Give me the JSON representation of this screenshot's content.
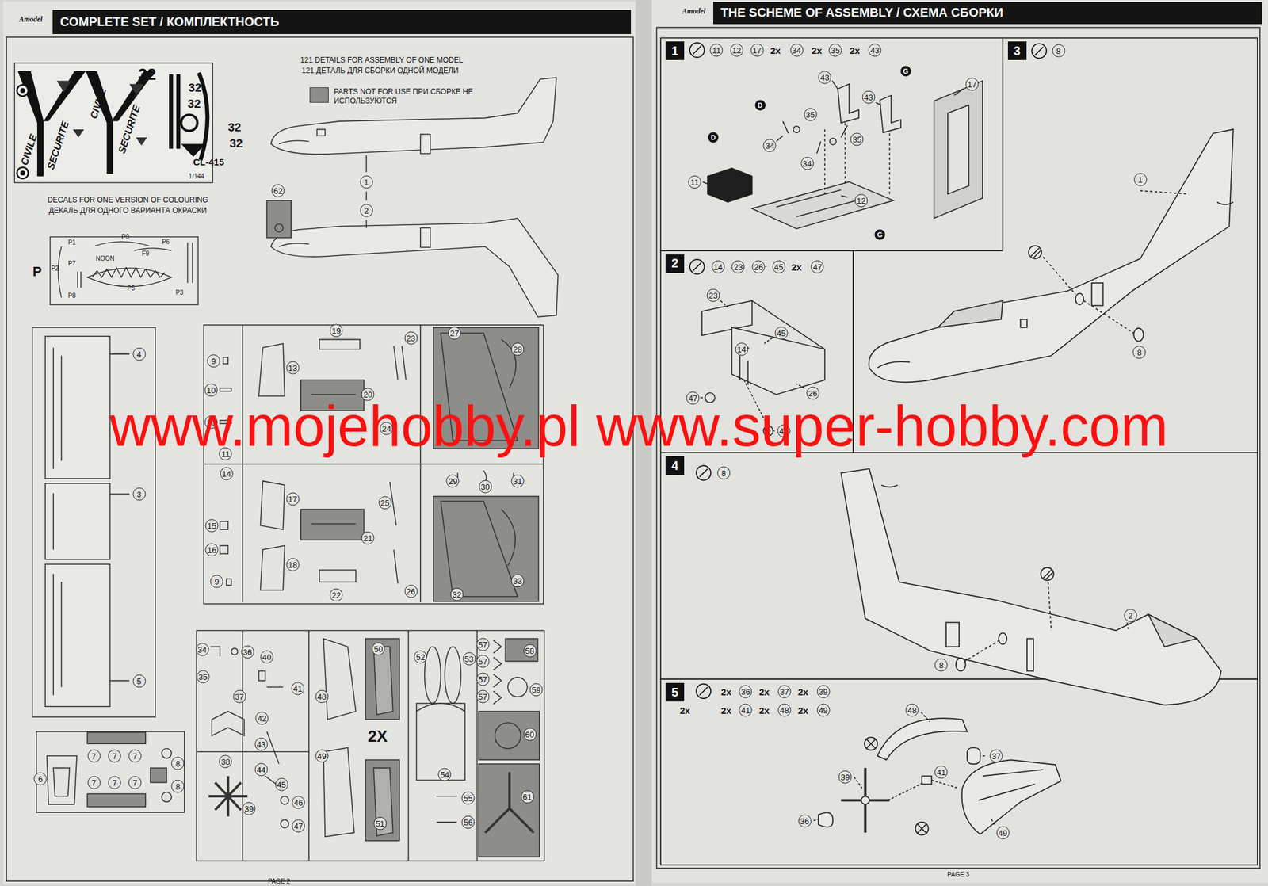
{
  "diagram": {
    "nodes": [
      {
        "text": [
          "COMPLETE SET / КОМПЛЕКТНОСТЬ"
        ]
      },
      {
        "text": [
          "THE SCHEME OF ASSEMBLY / СХЕМА СБОРКИ"
        ]
      },
      {
        "text": [
          "1"
        ]
      },
      {
        "text": [
          "3"
        ]
      },
      {
        "text": [
          "2"
        ]
      },
      {
        "text": [
          "4"
        ]
      },
      {
        "text": [
          "5"
        ]
      }
    ],
    "labels": [
      "Amodel",
      "Amodel",
      "121 DETAILS FOR ASSEMBLY OF ONE MODEL",
      "121 ДЕТАЛЬ ДЛЯ СБОРКИ ОДНОЙ МОДЕЛИ",
      "DECALS FOR ONE VERSION OF COLOURING",
      "ДЕКАЛЬ ДЛЯ ОДНОГО ВАРИАНТА ОКРАСКИ",
      "32",
      "32",
      "32",
      "32",
      "32",
      "CIVILE",
      "SECURITE",
      "CIVILE",
      "SECURITE",
      "CL-415",
      "1/144",
      "P",
      "P1",
      "P9",
      "F9",
      "P6",
      "P2",
      "P7",
      "NOON",
      "P5",
      "P3",
      "P8",
      "1",
      "2",
      "62",
      "4",
      "3",
      "5",
      "7",
      "7",
      "7",
      "6",
      "8",
      "8",
      "7",
      "7",
      "7",
      "19",
      "9",
      "13",
      "10",
      "20",
      "10",
      "24",
      "11",
      "14",
      "17",
      "25",
      "15",
      "21",
      "16",
      "18",
      "9",
      "22",
      "23",
      "26",
      "27",
      "28",
      "29",
      "30",
      "31",
      "33",
      "32",
      "34",
      "36",
      "40",
      "35",
      "37",
      "41",
      "42",
      "43",
      "38",
      "44",
      "45",
      "39",
      "46",
      "47",
      "50",
      "48",
      "49",
      "51",
      "52",
      "53",
      "54",
      "55",
      "56",
      "57",
      "57",
      "57",
      "57",
      "58",
      "59",
      "60",
      "61",
      "2X",
      "PAGE 2",
      "PAGE 3",
      "11",
      "12",
      "17",
      "2x",
      "34",
      "2x",
      "35",
      "2x",
      "43",
      "43",
      "43",
      "17",
      "35",
      "34",
      "35",
      "34",
      "11",
      "12",
      "D",
      "D",
      "G",
      "G",
      "8",
      "1",
      "8",
      "14",
      "23",
      "26",
      "45",
      "2x",
      "47",
      "23",
      "45",
      "14",
      "26",
      "47",
      "47",
      "8",
      "2",
      "8",
      "2x",
      "36",
      "2x",
      "37",
      "2x",
      "39",
      "2x",
      "2x",
      "41",
      "2x",
      "48",
      "2x",
      "49",
      "48",
      "37",
      "39",
      "41",
      "36",
      "49",
      "www.mojehobby.pl www.super-hobby.com"
    ],
    "legend": [
      {
        "text": "PARTS NOT FOR USE ПРИ СБОРКЕ НЕ ИСПОЛЬЗУЮТСЯ",
        "color": "#8d8d8a"
      }
    ]
  }
}
